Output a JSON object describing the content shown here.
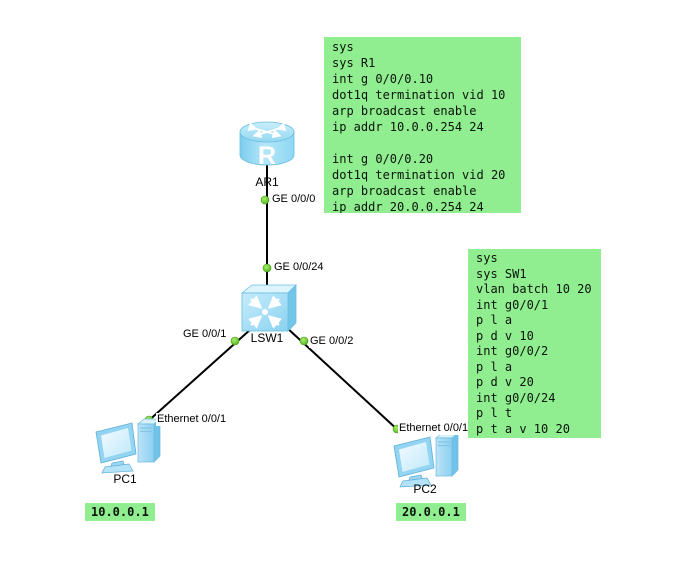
{
  "colors": {
    "canvas_bg": "#ffffff",
    "note_bg": "#90ee90",
    "note_text": "#0a140a",
    "link_line": "#000000",
    "port_up_dot": "#55bb22",
    "device_blue": "#9fdcf6"
  },
  "devices": {
    "router": {
      "label": "AR1",
      "icon_letter": "R"
    },
    "switch": {
      "label": "LSW1"
    },
    "pc1": {
      "label": "PC1",
      "ip_note": "10.0.0.1"
    },
    "pc2": {
      "label": "PC2",
      "ip_note": "20.0.0.1"
    }
  },
  "port_labels": {
    "router_ge_0_0_0": "GE 0/0/0",
    "switch_ge_0_0_24": "GE 0/0/24",
    "switch_ge_0_0_1": "GE 0/0/1",
    "switch_ge_0_0_2": "GE 0/0/2",
    "pc1_ethernet": "Ethernet 0/0/1",
    "pc2_ethernet": "Ethernet 0/0/1"
  },
  "notes": {
    "r1_config": [
      "sys",
      "sys R1",
      "int g 0/0/0.10",
      "dot1q termination vid 10",
      "arp broadcast enable",
      "ip addr 10.0.0.254 24",
      "",
      "int g 0/0/0.20",
      "dot1q termination vid 20",
      "arp broadcast enable",
      "ip addr 20.0.0.254 24"
    ],
    "sw1_config": [
      "sys",
      "sys SW1",
      "vlan batch 10 20",
      "int g0/0/1",
      "p l a",
      "p d v 10",
      "int g0/0/2",
      "p l a",
      "p d v 20",
      "int g0/0/24",
      "p l t",
      "p t a v 10 20"
    ]
  }
}
